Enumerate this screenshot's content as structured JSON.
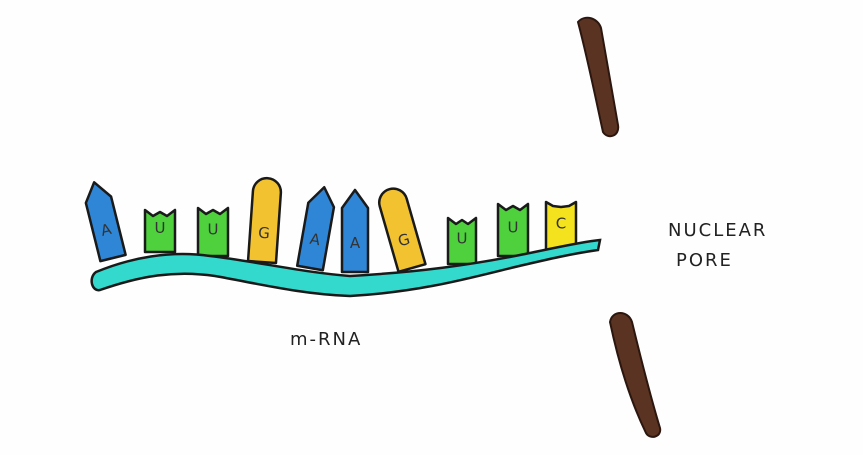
{
  "labels": {
    "mrna": "m-RNA",
    "nuclear_pore_line1": "NUCLEAR",
    "nuclear_pore_line2": "PORE"
  },
  "bases": [
    {
      "letter": "A",
      "kind": "purine-blue"
    },
    {
      "letter": "U",
      "kind": "pyrimidine-green"
    },
    {
      "letter": "U",
      "kind": "pyrimidine-green"
    },
    {
      "letter": "G",
      "kind": "purine-yellow"
    },
    {
      "letter": "A",
      "kind": "purine-blue"
    },
    {
      "letter": "A",
      "kind": "purine-blue"
    },
    {
      "letter": "G",
      "kind": "purine-yellow"
    },
    {
      "letter": "U",
      "kind": "pyrimidine-green"
    },
    {
      "letter": "U",
      "kind": "pyrimidine-green"
    },
    {
      "letter": "C",
      "kind": "pyrimidine-yellow"
    }
  ],
  "colors": {
    "backbone": "#33d9cc",
    "blue": "#2f86d6",
    "green": "#4ed13c",
    "yellow": "#f2c230",
    "yellow_light": "#f4e21e",
    "pore": "#5a3322",
    "outline": "#1a1a1a"
  }
}
